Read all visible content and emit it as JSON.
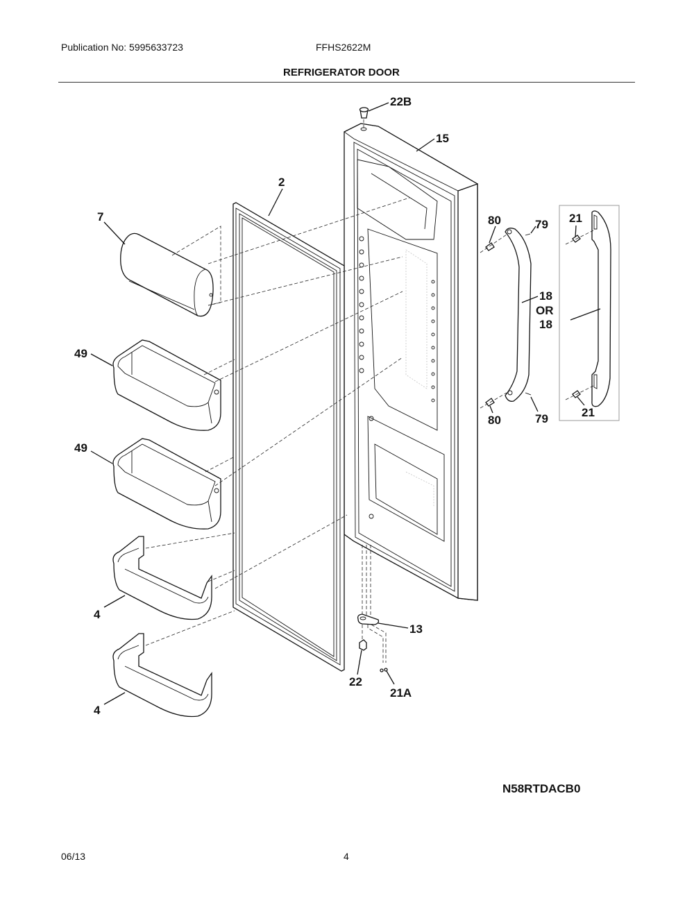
{
  "header": {
    "publication": "Publication No: 5995633723",
    "model": "FFHS2622M",
    "section_title": "REFRIGERATOR DOOR"
  },
  "diagram": {
    "callouts": {
      "p22b": "22B",
      "p15": "15",
      "p2": "2",
      "p7": "7",
      "p80_top": "80",
      "p79_top": "79",
      "p21_top": "21",
      "p18_a": "18",
      "p18_or": "OR",
      "p18_b": "18",
      "p49_top": "49",
      "p49_bottom": "49",
      "p80_bottom": "80",
      "p79_bottom": "79",
      "p21_bottom": "21",
      "p4_top": "4",
      "p4_bottom": "4",
      "p13": "13",
      "p22": "22",
      "p21a": "21A"
    },
    "parts": [
      "door-cap-22B",
      "door-assembly-15",
      "door-gasket-2",
      "dairy-door-7",
      "door-bin-49",
      "door-bin-49",
      "handle-18",
      "handle-18-alt",
      "screw-80",
      "plug-79",
      "screw-21",
      "door-bin-4",
      "door-bin-4",
      "hinge-13",
      "bushing-22",
      "screw-21A"
    ]
  },
  "footer": {
    "diagram_code": "N58RTDACB0",
    "date": "06/13",
    "page_number": "4"
  }
}
